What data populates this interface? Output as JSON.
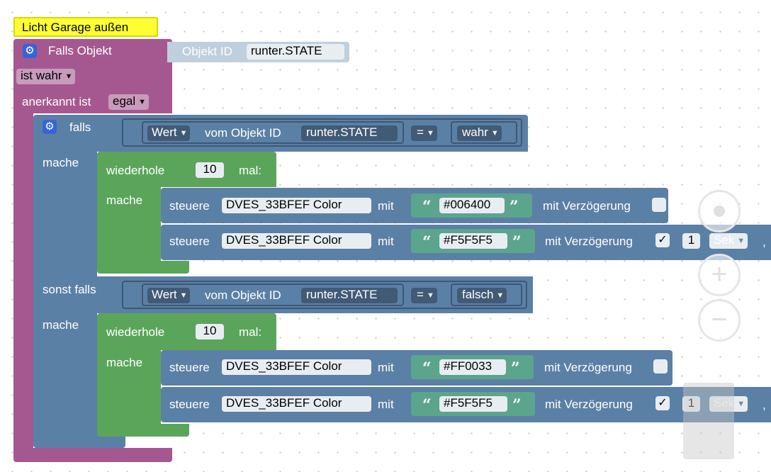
{
  "comment": "Licht Garage außen",
  "trigger": {
    "title": "Falls Objekt",
    "objekt_id_label": "Objekt ID",
    "objekt_id_value": "runter.STATE",
    "condition_value": "ist wahr",
    "acknowledged_label": "anerkannt ist",
    "acknowledged_value": "egal"
  },
  "if_block": {
    "falls_label": "falls",
    "sonst_falls_label": "sonst falls",
    "mache_label": "mache",
    "cond1": {
      "wert": "Wert",
      "vom_label": "vom Objekt ID",
      "object": "runter.STATE",
      "op": "=",
      "value": "wahr"
    },
    "cond2": {
      "wert": "Wert",
      "vom_label": "vom Objekt ID",
      "object": "runter.STATE",
      "op": "=",
      "value": "falsch"
    }
  },
  "loop": {
    "wiederhole_label": "wiederhole",
    "mal_label": "mal:",
    "mache_label": "mache",
    "count1": "10",
    "count2": "10"
  },
  "steuere": {
    "label": "steuere",
    "device": "DVES_33BFEF  Color",
    "mit_label": "mit",
    "delay_label": "mit Verzögerung",
    "delay_checked_glyph": "✓",
    "delay_value": "1",
    "unit": "Sek",
    "comma": ",",
    "color1": "#006400",
    "color2": "#F5F5F5",
    "color3": "#FF0033",
    "color4": "#F5F5F5"
  },
  "icons": {
    "gear": "⚙",
    "zoom_in": "+",
    "zoom_out": "−",
    "open_quote": "“",
    "close_quote": "”"
  }
}
